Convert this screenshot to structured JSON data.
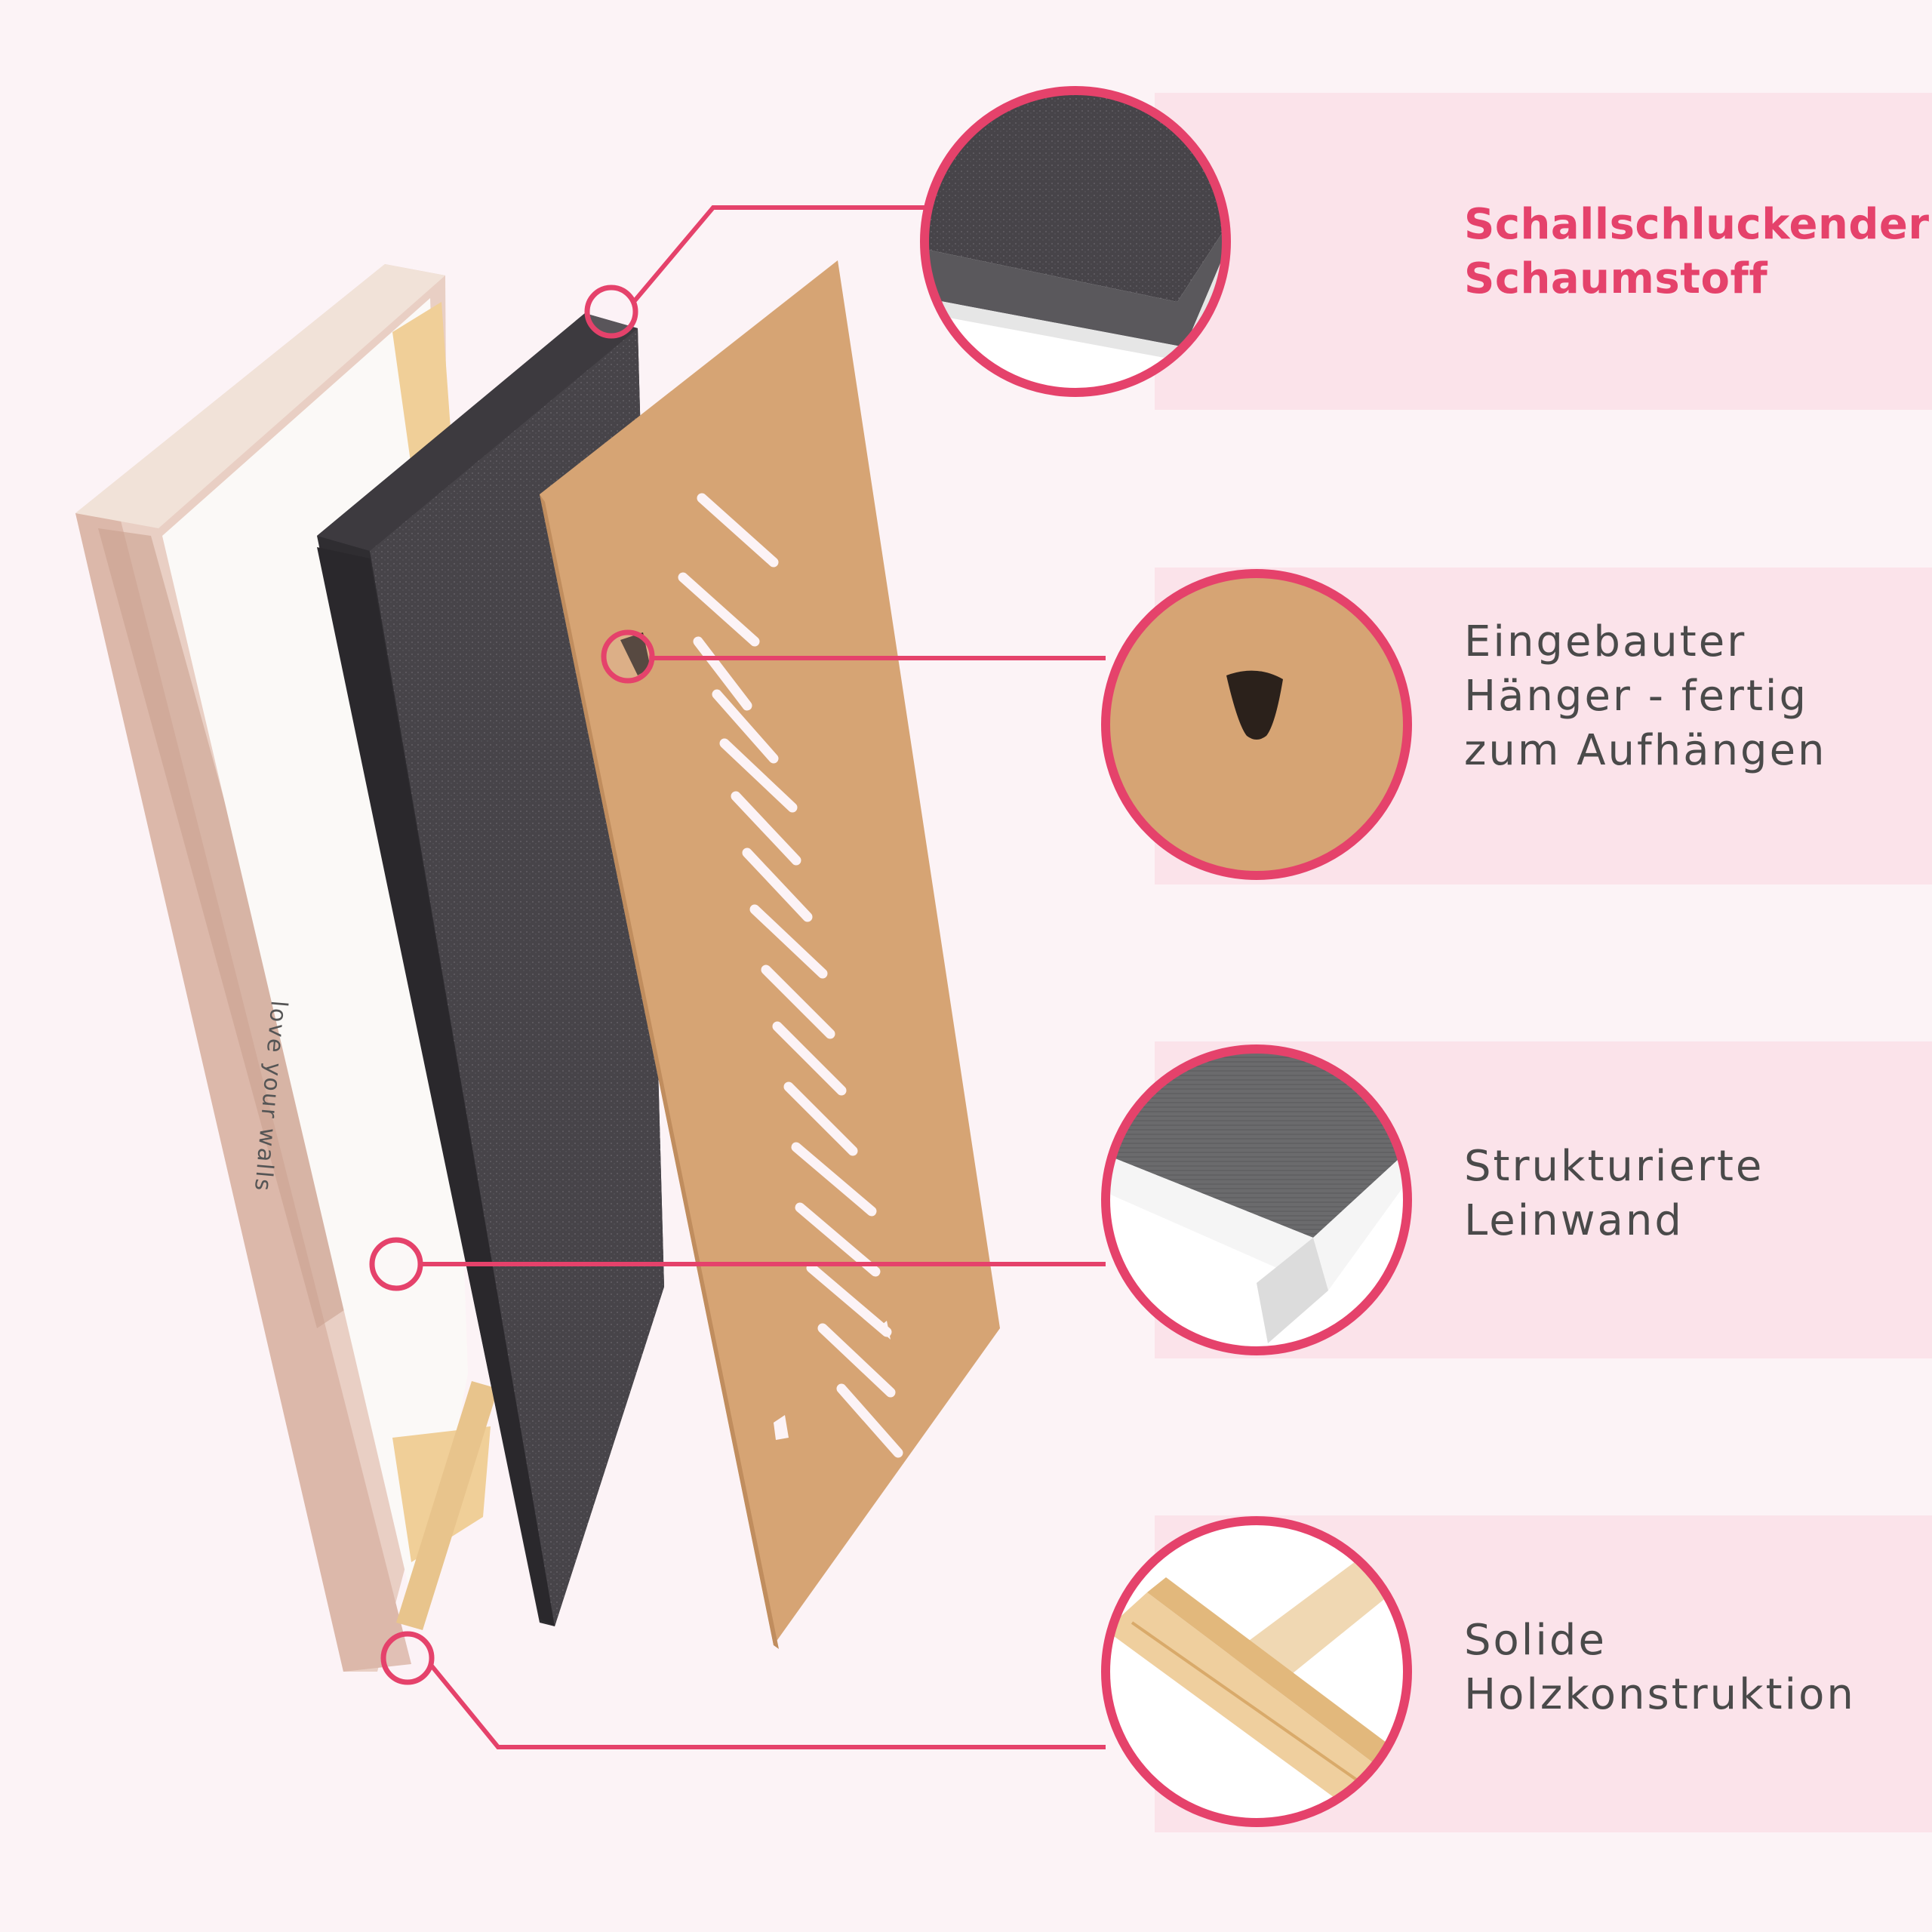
{
  "colors": {
    "accent": "#e5426b",
    "background": "#fcf3f6",
    "band": "#fbe3ea",
    "foam": "#474449",
    "cardboard": "#d6a474",
    "wood": "#f0cf98",
    "canvas": "#f7f5f3"
  },
  "features": [
    {
      "icon": "acoustic-foam-icon",
      "lines": [
        "Schallschluckender",
        "Schaumstoff"
      ]
    },
    {
      "icon": "hanger-hole-icon",
      "lines": [
        "Eingebauter",
        "Hänger - fertig",
        "zum Aufhängen"
      ]
    },
    {
      "icon": "canvas-corner-icon",
      "lines": [
        "Strukturierte",
        "Leinwand"
      ]
    },
    {
      "icon": "wood-frame-icon",
      "lines": [
        "Solide",
        "Holzkonstruktion"
      ]
    }
  ],
  "canvas_side_text": "love your walls"
}
